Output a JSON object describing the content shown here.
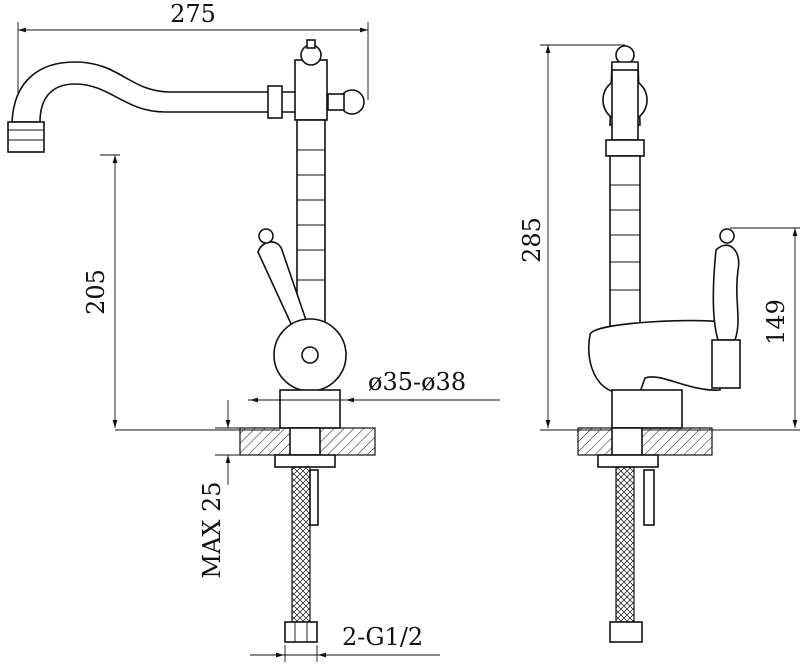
{
  "title": "Faucet technical drawing",
  "units": "mm",
  "dimensions": {
    "spout_reach": "275",
    "spout_height": "205",
    "base_diameter": "ø35-ø38",
    "max_counter_thickness": "MAX 25",
    "connection": "2-G1/2",
    "total_height": "285",
    "handle_height": "149"
  }
}
